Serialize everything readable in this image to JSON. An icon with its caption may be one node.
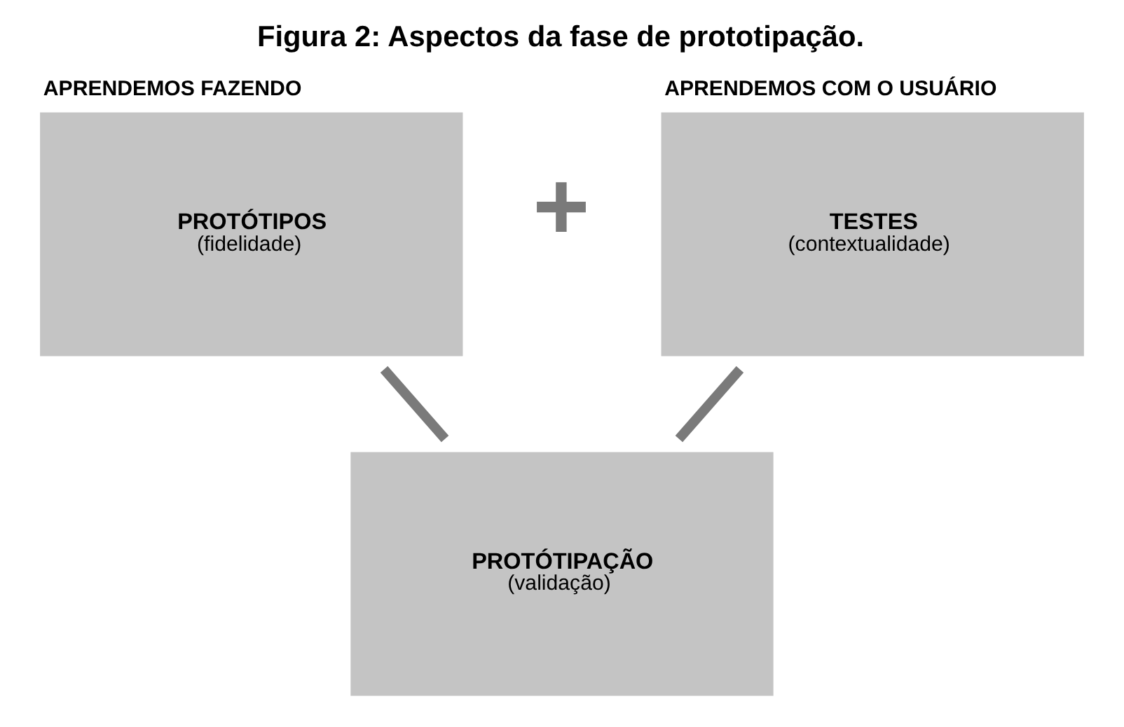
{
  "diagram": {
    "title": "Figura 2: Aspectos da fase de prototipação.",
    "nodes": [
      {
        "text": [
          "APRENDEMOS FAZENDO",
          "PROTÓTIPOS",
          "(fidelidade)"
        ]
      },
      {
        "text": [
          "APRENDEMOS COM O USUÁRIO",
          "TESTES",
          "(contextualidade)"
        ]
      },
      {
        "text": [
          "PROTÓTIPAÇÃO",
          "(validação)"
        ]
      }
    ],
    "edges": [
      {
        "from": 0,
        "to": 2,
        "arrow": "none"
      },
      {
        "from": 1,
        "to": 2,
        "arrow": "none"
      }
    ],
    "labels": [
      "+"
    ]
  }
}
